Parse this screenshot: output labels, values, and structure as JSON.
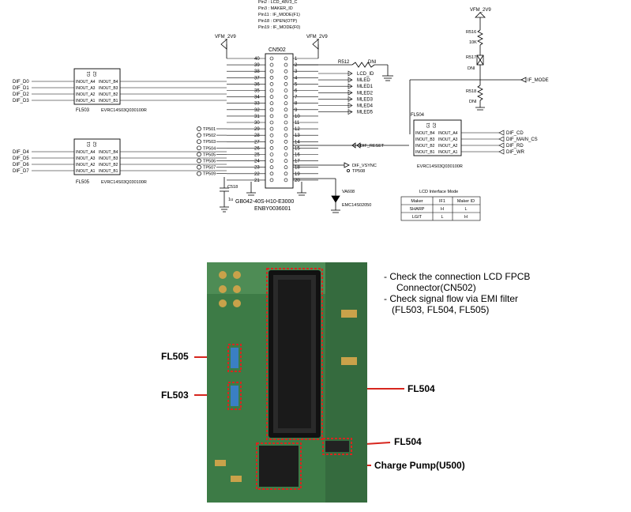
{
  "schematic": {
    "pin_notes": [
      "Pin2 : LCD_48V3_C",
      "Pin3 : MAKER_ID",
      "Pin11 : IF_MODE(F1)",
      "Pin18 : OPEN(OTP)",
      "Pin19 : IF_MODE(F0)"
    ],
    "power_rails": {
      "vfm_left": "VFM_2V9",
      "vfm_mid": "VFM_2V9",
      "vfm_right": "VFM_2V9"
    },
    "connector": {
      "name": "CN502",
      "left_pins": [
        "40",
        "39",
        "38",
        "37",
        "36",
        "35",
        "34",
        "33",
        "32",
        "31",
        "30",
        "29",
        "28",
        "27",
        "26",
        "25",
        "24",
        "23",
        "22",
        "21"
      ],
      "right_pins": [
        "1",
        "2",
        "3",
        "4",
        "5",
        "6",
        "7",
        "8",
        "9",
        "10",
        "11",
        "12",
        "13",
        "14",
        "15",
        "16",
        "17",
        "18",
        "19",
        "20"
      ],
      "part_number": "GB042-40S-H10-E3000",
      "code": "ENBY0036001"
    },
    "right_signals": [
      "LCD_ID",
      "MLED",
      "MLED1",
      "MLED2",
      "MLED3",
      "MLED4",
      "MLED5"
    ],
    "r512": "R512",
    "r512_dni": "DNI",
    "left_dif_top": [
      "DIF_D0",
      "DIF_D1",
      "DIF_D2",
      "DIF_D3"
    ],
    "left_dif_bottom": [
      "DIF_D4",
      "DIF_D5",
      "DIF_D6",
      "DIF_D7"
    ],
    "test_points": [
      "TP501",
      "TP502",
      "TP503",
      "TP504",
      "TP505",
      "TP506",
      "TP507",
      "TP509"
    ],
    "tp508": "TP508",
    "filter_pins": {
      "left": [
        "INOUT_A4",
        "INOUT_A3",
        "INOUT_A2",
        "INOUT_A1"
      ],
      "right": [
        "INOUT_B4",
        "INOUT_B3",
        "INOUT_B2",
        "INOUT_B1"
      ],
      "g1": "G1",
      "g2": "G2",
      "part": "EVRC14S03Q030100R"
    },
    "fl503": "FL503",
    "fl505": "FL505",
    "fl504": "FL504",
    "dif_reset": "DIF_RESET",
    "dif_vsync": "DIF_VSYNC",
    "fl504_right_signals": [
      "DIF_CD",
      "DIF_MAIN_CS",
      "DIF_RD",
      "DIF_WR"
    ],
    "if_mode": "IF_MODE",
    "resistors": {
      "r516": "R516",
      "r516_val": "10K",
      "r517": "R517",
      "r517_val": "DNI",
      "r518": "R518",
      "r518_val": "DNI"
    },
    "cap": {
      "name": "C518",
      "value": "1u"
    },
    "va608": "VA608",
    "va608_part": "EMC14S02050",
    "interface_table": {
      "title": "LCD Interface Mode",
      "headers": [
        "Maker",
        "IF1",
        "Maker ID"
      ],
      "rows": [
        [
          "SHARP",
          "H",
          "L"
        ],
        [
          "LGIT",
          "L",
          "H"
        ]
      ]
    }
  },
  "notes": {
    "line1": "- Check the connection LCD FPCB",
    "line2": "Connector(CN502)",
    "line3": "- Check signal flow via EMI filter",
    "line4": "(FL503, FL504, FL505)"
  },
  "callouts": {
    "fl505": "FL505",
    "fl503": "FL503",
    "fl504_main": "FL504",
    "fl504_small": "FL504",
    "charge_pump": "Charge Pump(U500)"
  },
  "colors": {
    "annotation": "#d7261e",
    "board": "#3d7b46"
  }
}
